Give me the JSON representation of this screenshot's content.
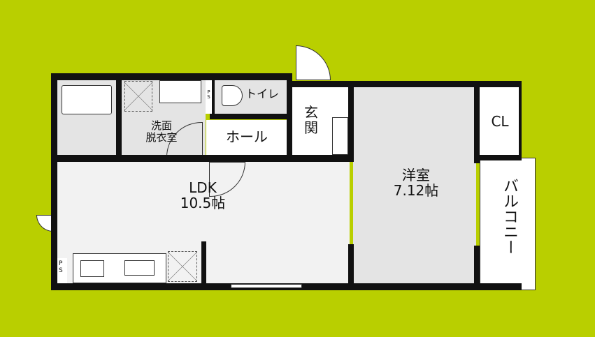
{
  "rooms": {
    "ldk": {
      "name": "LDK",
      "size": "10.5帖"
    },
    "western": {
      "name": "洋室",
      "size": "7.12帖"
    },
    "washroom": {
      "line1": "洗面",
      "line2": "脱衣室"
    },
    "toilet": "トイレ",
    "hall": "ホール",
    "entrance": "玄関",
    "closet": "CL",
    "balcony": "バルコニー",
    "ps_top": "PS",
    "ps_kitchen": "PS"
  },
  "colors": {
    "background": "#b9cf00",
    "wall": "#111111",
    "floor": "#e4e4e4",
    "ldk_floor": "#f2f2f2"
  }
}
